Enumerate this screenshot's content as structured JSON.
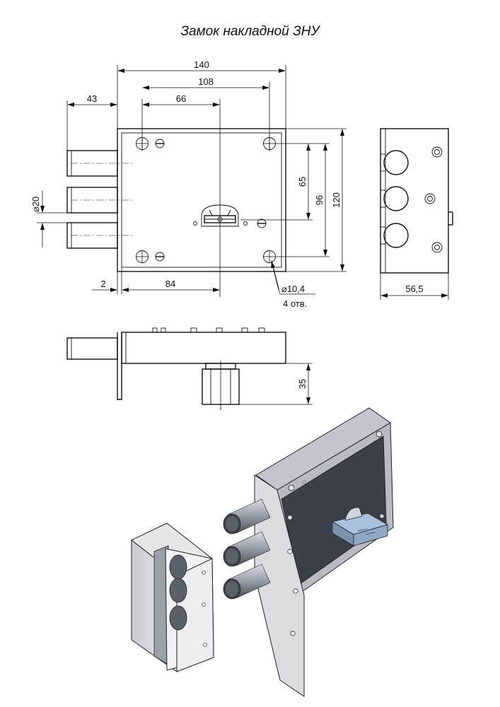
{
  "title": "Замок накладной ЗНУ",
  "dimensions": {
    "width_total": "140",
    "hole_spacing_h": "108",
    "keyhole_offset": "66",
    "bolt_projection": "43",
    "bolt_diameter": "20",
    "plate_gap": "2",
    "keyhole_from_edge": "84",
    "keyhole_height": "65",
    "hole_spacing_v": "96",
    "height_total": "120",
    "hole_diameter": "10,4",
    "hole_count": "4 отв.",
    "depth": "56,5",
    "cylinder_length": "35"
  },
  "icons": {
    "diameter_symbol": "⌀"
  }
}
